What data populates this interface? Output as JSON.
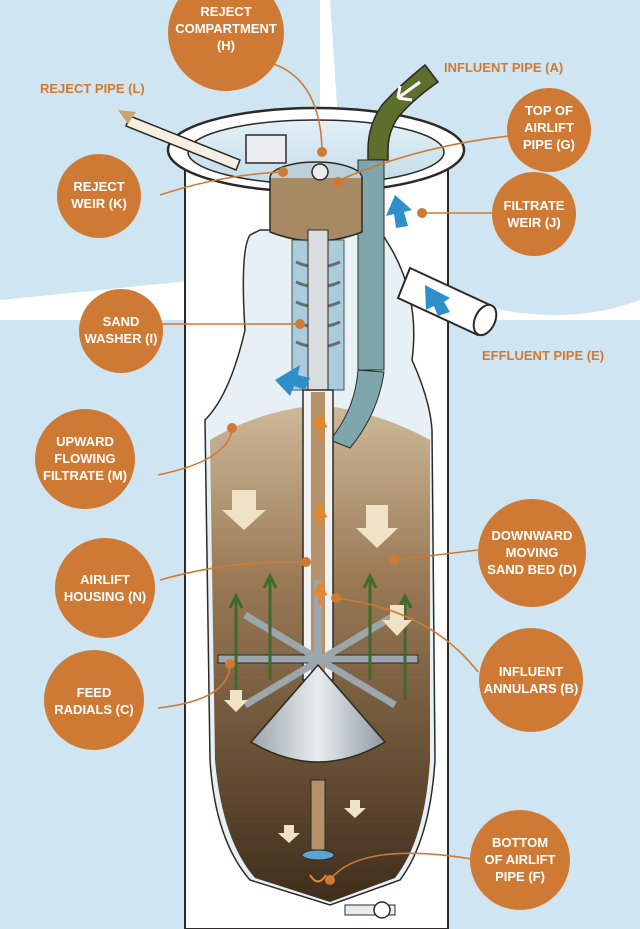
{
  "colors": {
    "sky": "#cfe6f2",
    "orange": "#cf7a34",
    "vessel_wall": "#ffffff",
    "vessel_outline": "#2c2a26",
    "sand_top": "#c9b596",
    "sand_bottom": "#4f3a24",
    "pipe_green": "#5d6e2d",
    "pipe_blue": "#6c9aa4",
    "arrow_blue": "#2f8fc8",
    "arrow_green": "#3f6a2c"
  },
  "plain_labels": {
    "influent_pipe": "INFLUENT PIPE (A)",
    "reject_pipe": "REJECT PIPE (L)",
    "effluent_pipe": "EFFLUENT PIPE (E)"
  },
  "callouts": [
    {
      "id": "reject_compartment",
      "lines": [
        "REJECT",
        "COMPARTMENT",
        "(H)"
      ]
    },
    {
      "id": "top_of_airlift",
      "lines": [
        "TOP OF",
        "AIRLIFT",
        "PIPE (G)"
      ]
    },
    {
      "id": "reject_weir",
      "lines": [
        "REJECT",
        "WEIR (K)"
      ]
    },
    {
      "id": "filtrate_weir",
      "lines": [
        "FILTRATE",
        "WEIR (J)"
      ]
    },
    {
      "id": "sand_washer",
      "lines": [
        "SAND",
        "WASHER (I)"
      ]
    },
    {
      "id": "upward_filtrate",
      "lines": [
        "UPWARD",
        "FLOWING",
        "FILTRATE (M)"
      ]
    },
    {
      "id": "downward_sand",
      "lines": [
        "DOWNWARD",
        "MOVING",
        "SAND BED (D)"
      ]
    },
    {
      "id": "airlift_housing",
      "lines": [
        "AIRLIFT",
        "HOUSING (N)"
      ]
    },
    {
      "id": "influent_annulars",
      "lines": [
        "INFLUENT",
        "ANNULARS (B)"
      ]
    },
    {
      "id": "feed_radials",
      "lines": [
        "FEED",
        "RADIALS (C)"
      ]
    },
    {
      "id": "bottom_of_airlift",
      "lines": [
        "BOTTOM",
        "OF AIRLIFT",
        "PIPE (F)"
      ]
    }
  ]
}
